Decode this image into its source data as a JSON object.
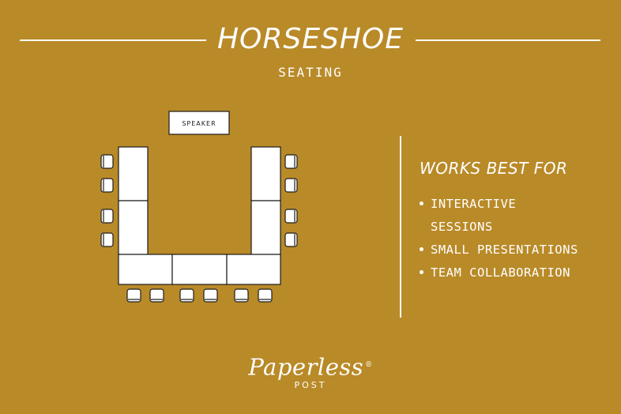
{
  "title": "HORSESHOE",
  "subtitle": "SEATING",
  "diagram": {
    "speaker_label": "SPEAKER"
  },
  "works_best_for": {
    "heading": "WORKS BEST FOR",
    "items": [
      {
        "line1": "INTERACTIVE",
        "line2": "SESSIONS"
      },
      {
        "line1": "SMALL PRESENTATIONS"
      },
      {
        "line1": "TEAM COLLABORATION"
      }
    ]
  },
  "brand": {
    "name": "Paperless",
    "registered": "®",
    "sub": "POST"
  },
  "colors": {
    "background": "#B98A28",
    "foreground": "#FFFFFF"
  }
}
